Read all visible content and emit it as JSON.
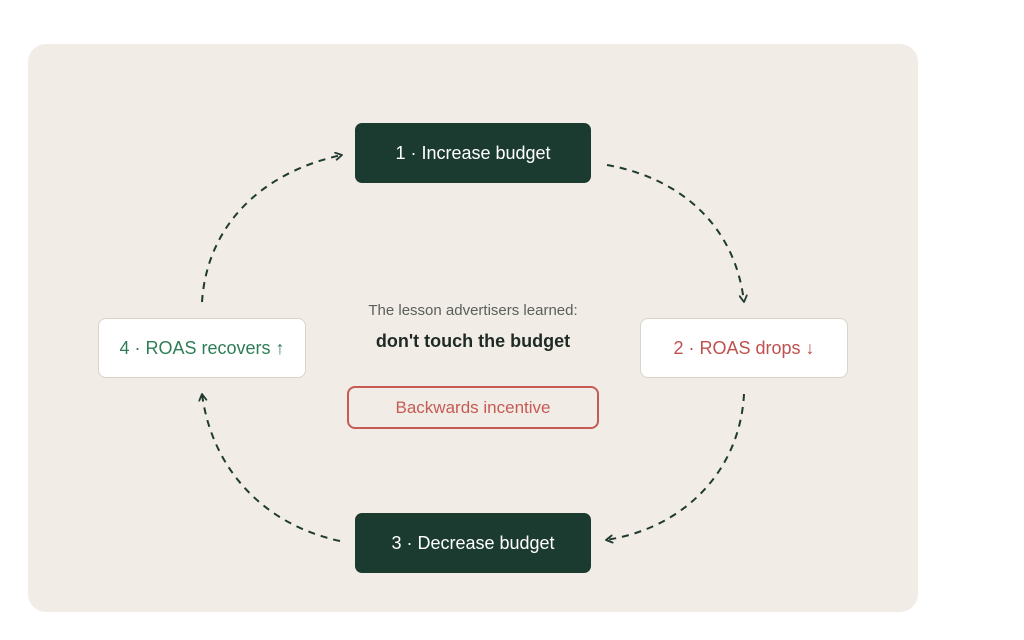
{
  "steps": [
    {
      "label": "1 · Increase budget"
    },
    {
      "label": "2 · ROAS drops ↓"
    },
    {
      "label": "3 · Decrease budget"
    },
    {
      "label": "4 · ROAS recovers ↑"
    }
  ],
  "center": {
    "intro": "The lesson advertisers learned:",
    "main": "don't touch the budget",
    "badge": "Backwards incentive"
  },
  "colors": {
    "dark_box": "#1b3a30",
    "drop_text": "#c0504d",
    "recover_text": "#2e7d57",
    "panel_bg": "#f1ece5",
    "badge": "#c65a55"
  }
}
